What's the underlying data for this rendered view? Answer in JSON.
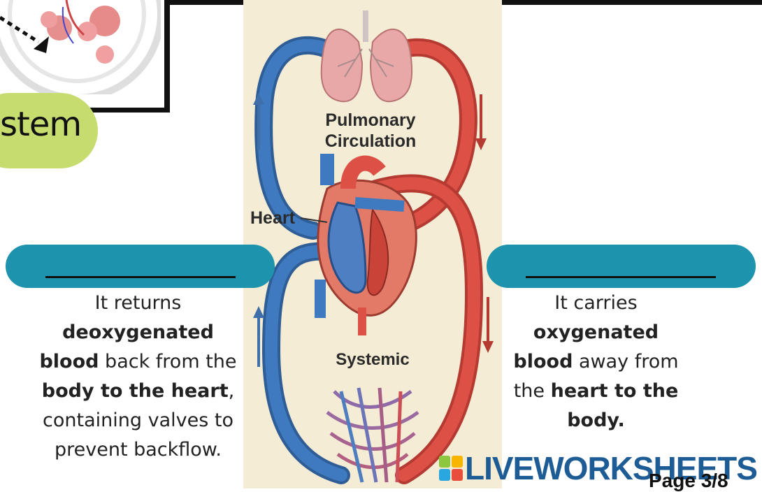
{
  "header": {
    "title_fragment": "stem"
  },
  "left_card": {
    "blank": "",
    "lines": [
      [
        {
          "t": "It returns",
          "b": false
        }
      ],
      [
        {
          "t": "deoxygenated",
          "b": true
        }
      ],
      [
        {
          "t": "blood",
          "b": true
        },
        {
          "t": " back from the",
          "b": false
        }
      ],
      [
        {
          "t": "body to the heart",
          "b": true
        },
        {
          "t": ",",
          "b": false
        }
      ],
      [
        {
          "t": "containing valves to",
          "b": false
        }
      ],
      [
        {
          "t": "prevent backflow.",
          "b": false
        }
      ]
    ]
  },
  "right_card": {
    "blank": "",
    "lines": [
      [
        {
          "t": "It carries",
          "b": false
        }
      ],
      [
        {
          "t": "oxygenated",
          "b": true
        }
      ],
      [
        {
          "t": "blood",
          "b": true
        },
        {
          "t": " away from",
          "b": false
        }
      ],
      [
        {
          "t": "the ",
          "b": false
        },
        {
          "t": "heart to the",
          "b": true
        }
      ],
      [
        {
          "t": "body.",
          "b": true
        }
      ]
    ]
  },
  "diagram": {
    "pulmonary_line1": "Pulmonary",
    "pulmonary_line2": "Circulation",
    "heart_label": "Heart",
    "systemic_label": "Systemic",
    "colors": {
      "oxygenated": "#d9453a",
      "deoxygenated": "#3a6fb0",
      "lungs": "#e9a8a8"
    }
  },
  "footer": {
    "brand": "LIVEWORKSHEETS",
    "page": "Page 3/8"
  }
}
